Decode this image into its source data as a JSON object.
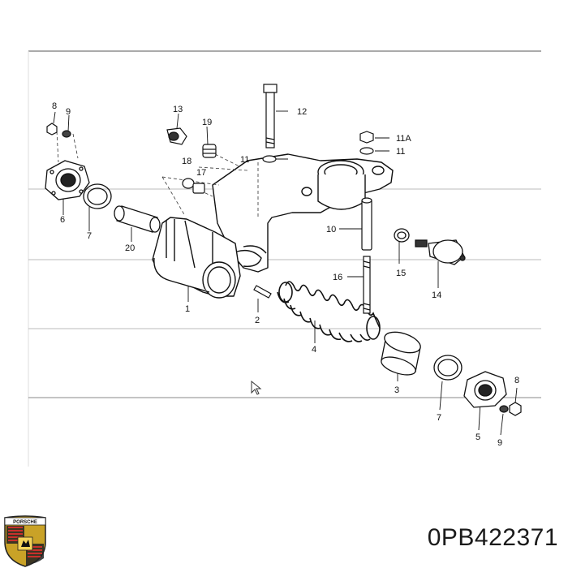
{
  "diagram": {
    "labels": {
      "l8a": "8",
      "l9a": "9",
      "l6": "6",
      "l7a": "7",
      "l13": "13",
      "l19": "19",
      "l18": "18",
      "l17": "17",
      "l12": "12",
      "l11a": "11A",
      "l11b": "11",
      "l11c": "11",
      "l20": "20",
      "l1": "1",
      "l2": "2",
      "l10": "10",
      "l15": "15",
      "l14": "14",
      "l16": "16",
      "l4": "4",
      "l3": "3",
      "l7b": "7",
      "l5": "5",
      "l8b": "8",
      "l9b": "9"
    }
  },
  "footer": {
    "part_number": "0PB422371",
    "logo_icon": "porsche-crest-icon",
    "logo_text": "PORSCHE"
  }
}
